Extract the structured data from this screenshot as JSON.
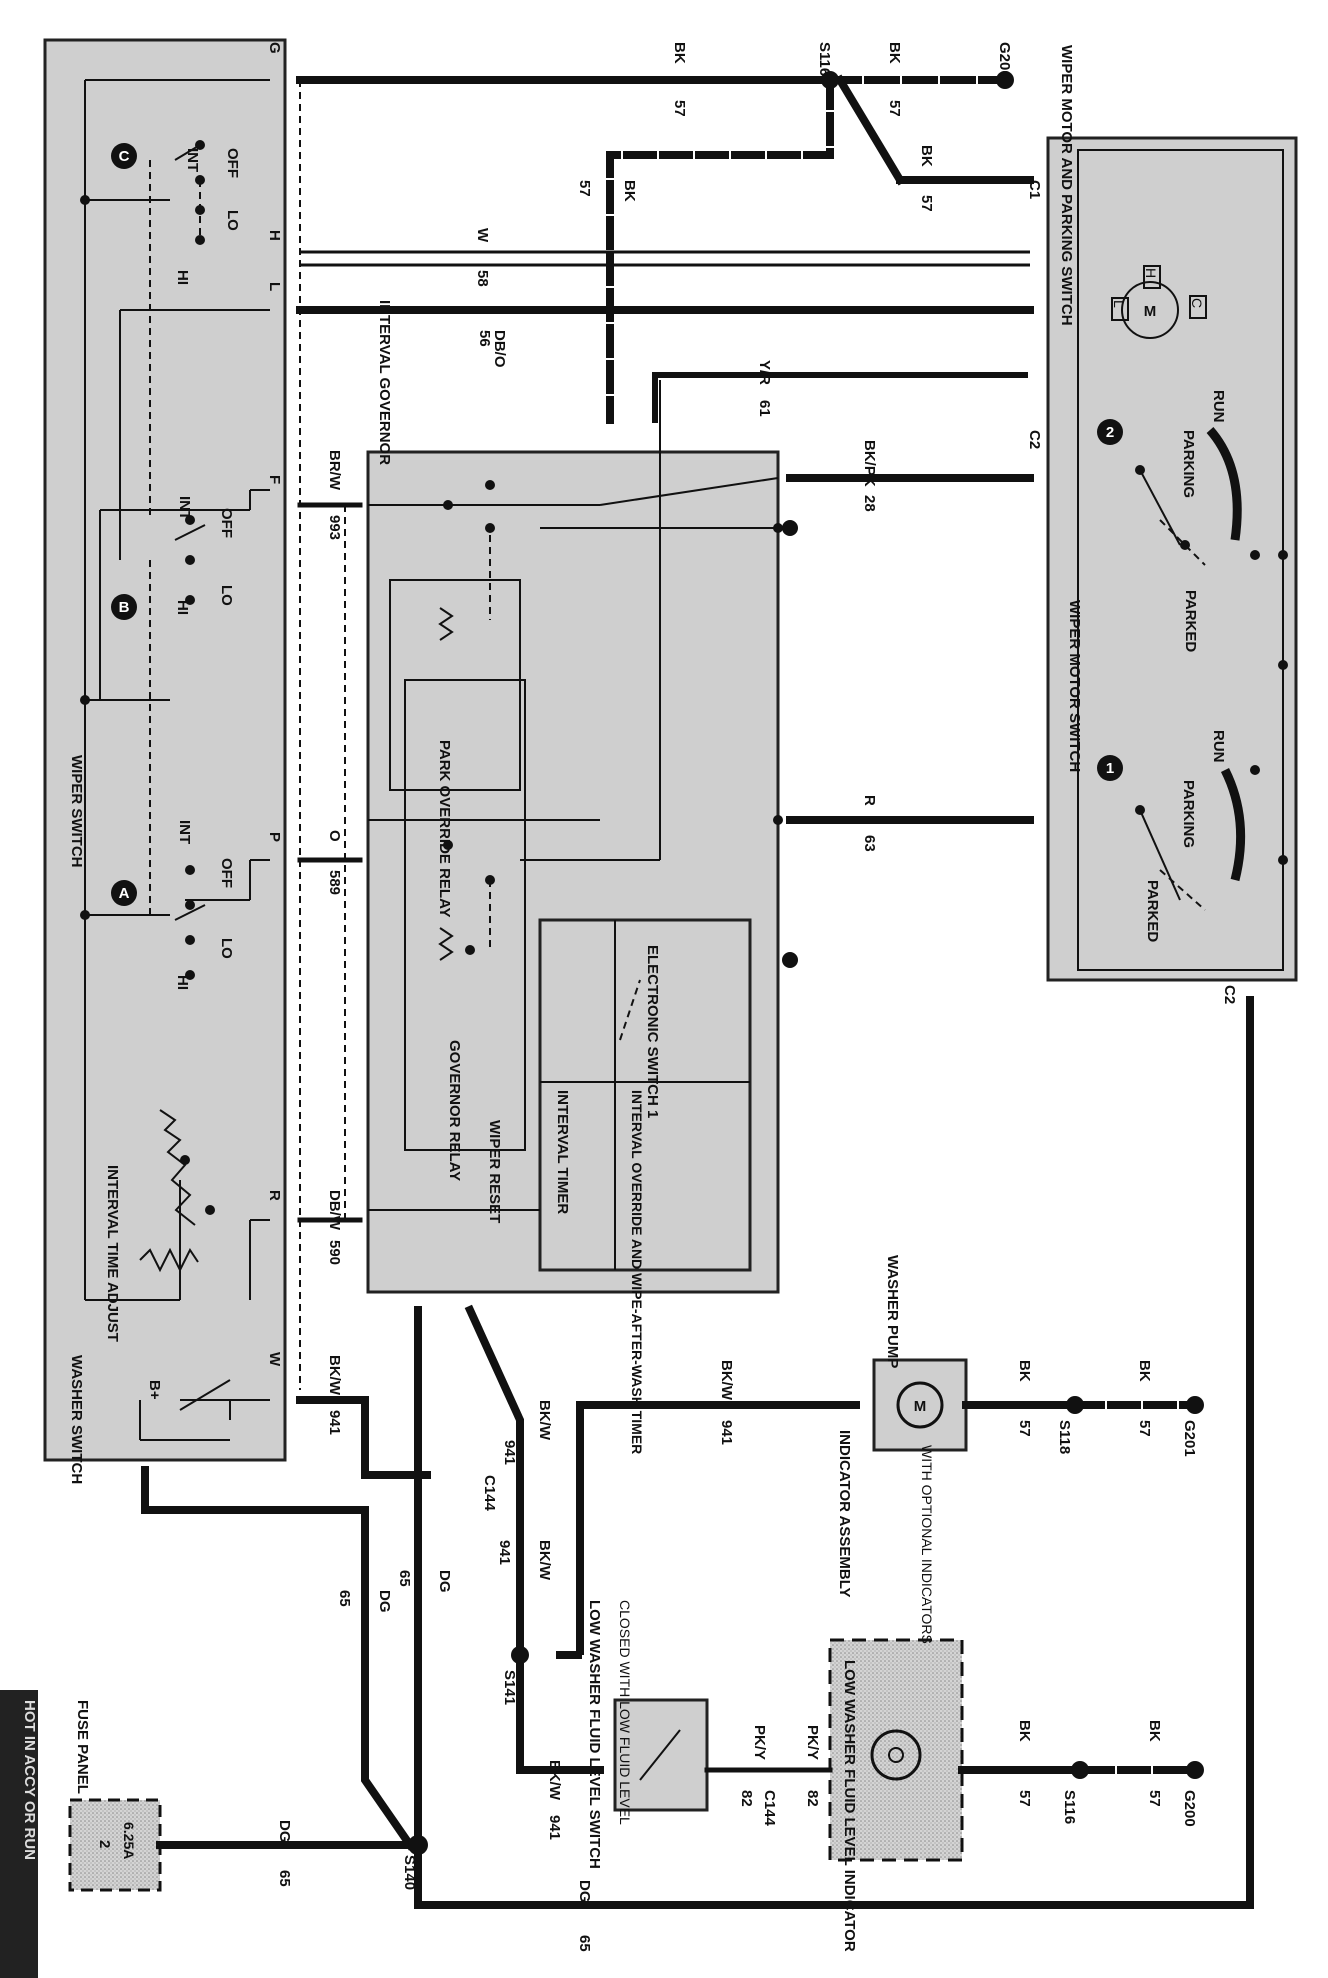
{
  "header": {
    "hot_label": "HOT IN ACCY OR RUN"
  },
  "components": {
    "fuse_panel": "FUSE PANEL",
    "fuse_number": "2",
    "fuse_rating": "6.25A",
    "wiper_switch": "WIPER SWITCH",
    "washer_switch": "WASHER SWITCH",
    "interval_time_adjust": "INTERVAL TIME ADJUST",
    "interval_governor": "INTERVAL GOVERNOR",
    "park_override_relay": "PARK OVERRIDE RELAY",
    "governor_relay": "GOVERNOR RELAY",
    "wiper_reset": "WIPER RESET",
    "electronic_switch": "ELECTRONIC SWITCH 1",
    "interval_timer": "INTERVAL TIMER",
    "interval_override": "INTERVAL OVERRIDE AND WIPE-AFTER-WASH TIMER",
    "wiper_motor": "WIPER MOTOR AND PARKING SWITCH",
    "wiper_motor_switch": "WIPER MOTOR SWITCH",
    "washer_pump": "WASHER PUMP",
    "low_washer_fluid_switch": "LOW WASHER FLUID LEVEL SWITCH",
    "switch_note": "CLOSED WITH LOW FLUID LEVEL",
    "indicator_assembly": "INDICATOR ASSEMBLY",
    "indicator_note": "WITH OPTIONAL INDICATORS",
    "low_washer_indicator": "LOW WASHER FLUID LEVEL INDICATOR"
  },
  "switch_labels": {
    "int": "INT",
    "off": "OFF",
    "lo": "LO",
    "hi": "HI",
    "sec_a": "A",
    "sec_b": "B",
    "sec_c": "C",
    "sec_1": "1",
    "sec_2": "2",
    "bplus": "B+",
    "run": "RUN",
    "parking": "PARKING",
    "parked": "PARKED",
    "motor_m": "M",
    "motor_l": "L",
    "motor_h": "H",
    "motor_c": "C"
  },
  "pins": {
    "G": "G",
    "H": "H",
    "L": "L",
    "F": "F",
    "P": "P",
    "R": "R",
    "W": "W"
  },
  "connectors": {
    "c1": "C1",
    "c2a": "C2",
    "c2b": "C2",
    "c144a": "C144",
    "c144b": "C144"
  },
  "splices": {
    "s116a": "S116",
    "s116b": "S116",
    "s118": "S118",
    "s140": "S140",
    "s141": "S141"
  },
  "grounds": {
    "g200a": "G200",
    "g200b": "G200",
    "g201": "G201"
  },
  "circuits": {
    "c57_bk_top": {
      "num": "57",
      "color": "BK"
    },
    "c57_bk_gnd": {
      "num": "57",
      "color": "BK"
    },
    "c57_bk_motor": {
      "num": "57",
      "color": "BK"
    },
    "c57_bk_gov": {
      "num": "57",
      "color": "BK"
    },
    "c58_w": {
      "num": "58",
      "color": "W"
    },
    "c56_dbo": {
      "num": "56",
      "color": "DB/O"
    },
    "c61_yr": {
      "num": "61",
      "color": "Y/R"
    },
    "c28_bkpk": {
      "num": "28",
      "color": "BK/PK"
    },
    "c993_brw": {
      "num": "993",
      "color": "BR/W"
    },
    "c589_o": {
      "num": "589",
      "color": "O"
    },
    "c63_r": {
      "num": "63",
      "color": "R"
    },
    "c590_dbw": {
      "num": "590",
      "color": "DB/W"
    },
    "c941_bkw_a": {
      "num": "941",
      "color": "BK/W"
    },
    "c941_bkw_b": {
      "num": "941",
      "color": "BK/W"
    },
    "c941_bkw_c": {
      "num": "941",
      "color": "BK/W"
    },
    "c941_bkw_d": {
      "num": "941",
      "color": "BK/W"
    },
    "c941_bkw_e": {
      "num": "941",
      "color": "BK/W"
    },
    "c57_bk_pump_a": {
      "num": "57",
      "color": "BK"
    },
    "c57_bk_pump_b": {
      "num": "57",
      "color": "BK"
    },
    "c65_dg_a": {
      "num": "65",
      "color": "DG"
    },
    "c65_dg_b": {
      "num": "65",
      "color": "DG"
    },
    "c65_dg_c": {
      "num": "65",
      "color": "DG"
    },
    "c65_dg_d": {
      "num": "65",
      "color": "DG"
    },
    "c82_pky_a": {
      "num": "82",
      "color": "PK/Y"
    },
    "c82_pky_b": {
      "num": "82",
      "color": "PK/Y"
    },
    "c57_bk_ind_a": {
      "num": "57",
      "color": "BK"
    },
    "c57_bk_ind_b": {
      "num": "57",
      "color": "BK"
    }
  }
}
